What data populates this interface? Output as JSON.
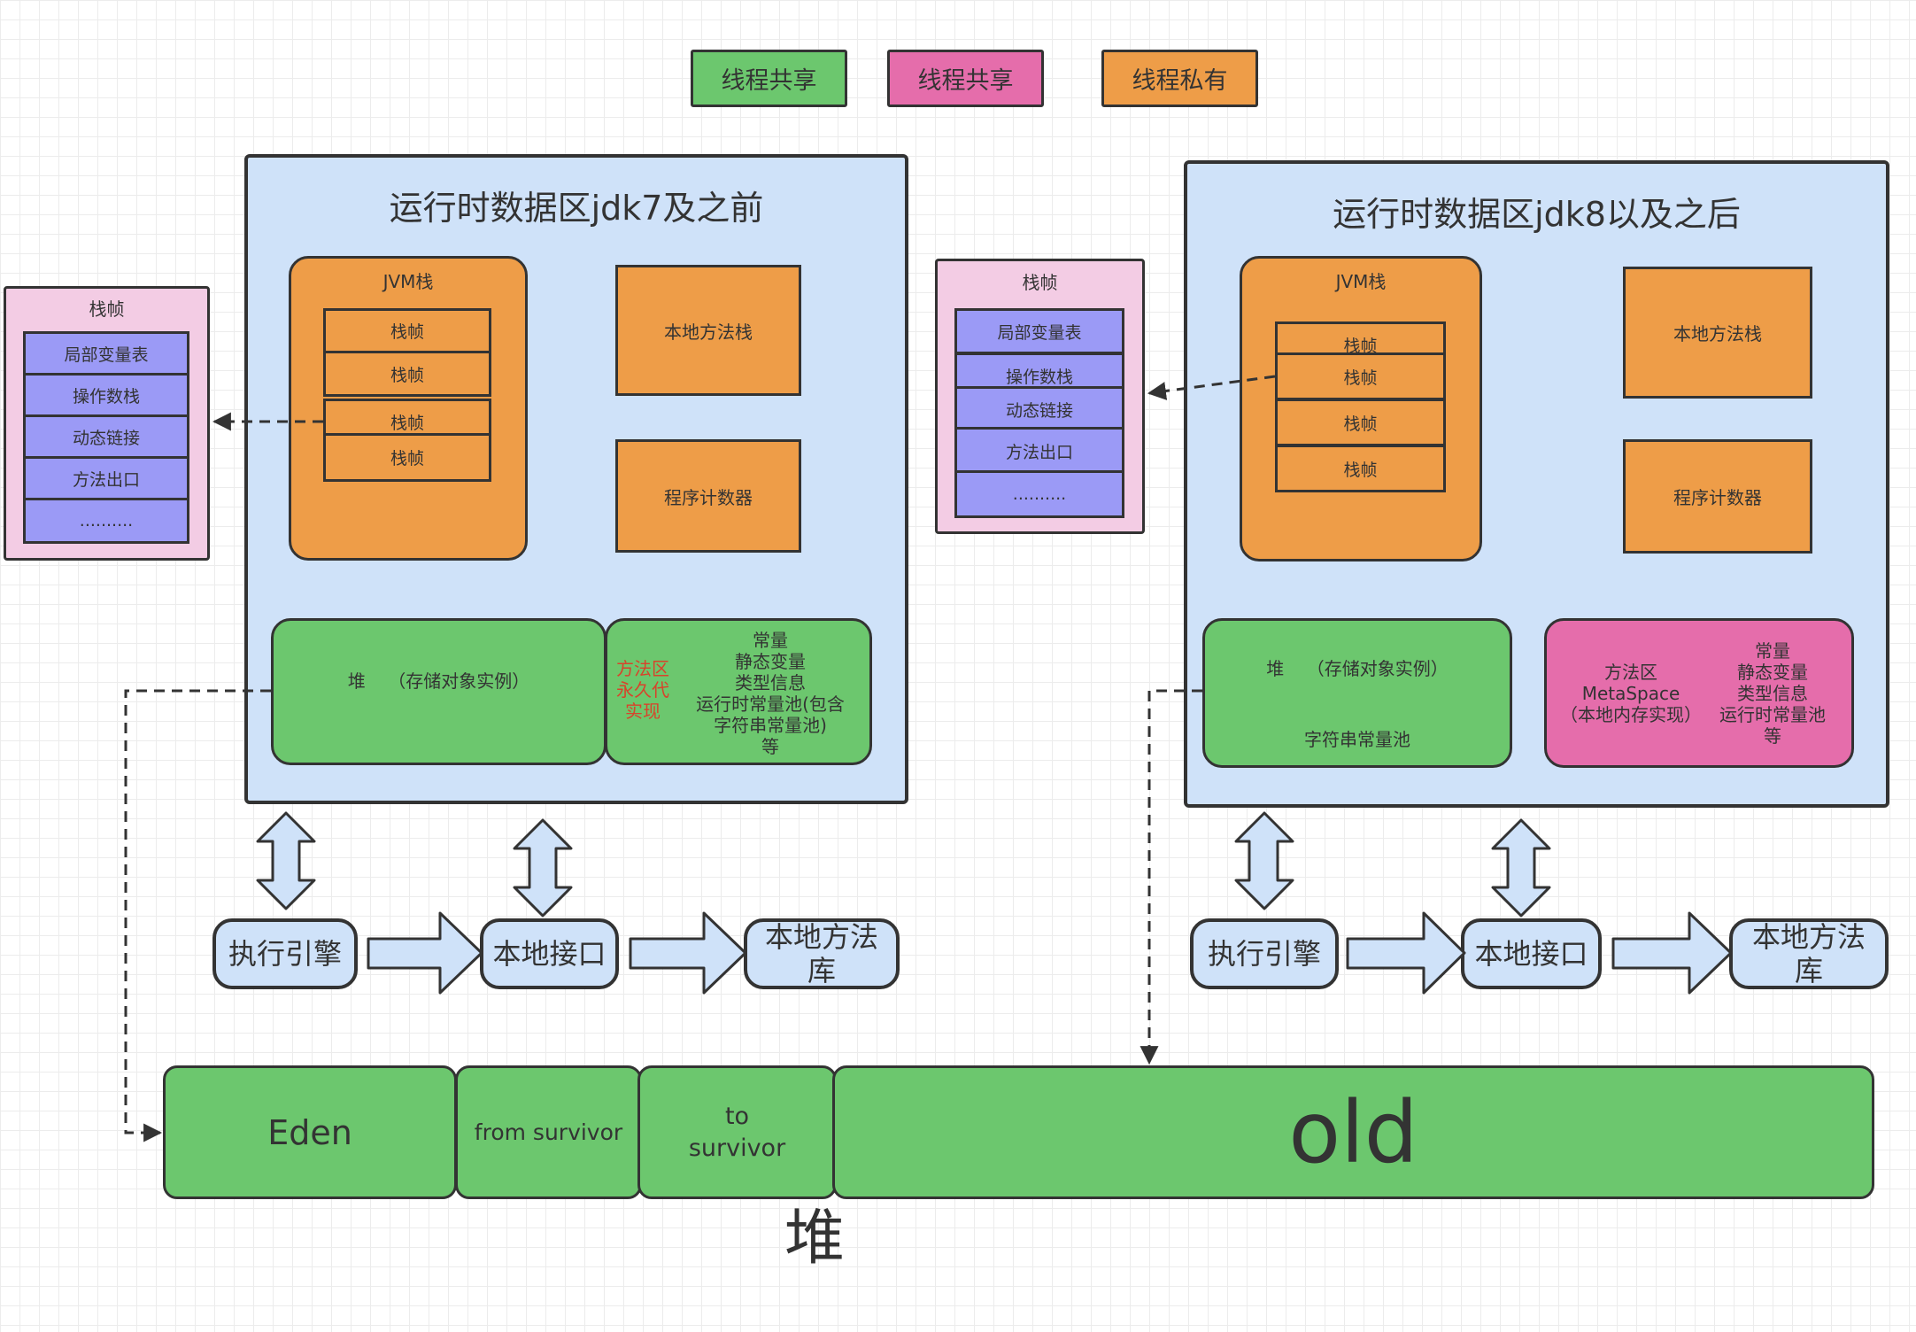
{
  "legend": {
    "shared1": "线程共享",
    "shared2": "线程共享",
    "private": "线程私有",
    "colors": {
      "shared1": "#6cc76e",
      "shared2": "#e56dab",
      "private": "#ee9d48"
    }
  },
  "left_frame": {
    "title": "栈帧",
    "items": [
      "局部变量表",
      "操作数栈",
      "动态链接",
      "方法出口",
      ".........."
    ]
  },
  "mid_frame": {
    "title": "栈帧",
    "items": [
      "局部变量表",
      "操作数栈",
      "动态链接",
      "方法出口",
      ".........."
    ]
  },
  "jdk7": {
    "title": "运行时数据区jdk7及之前",
    "jvm_stack": {
      "label": "JVM栈",
      "frames": [
        "栈帧",
        "栈帧",
        "栈帧",
        "栈帧"
      ]
    },
    "native_stack": "本地方法栈",
    "pc": "程序计数器",
    "heap": "堆    （存储对象实例）",
    "method_area": {
      "name": "方法区\n永久代实现",
      "details": "常量\n静态变量\n类型信息\n运行时常量池(包含\n字符串常量池)\n等"
    }
  },
  "jdk8": {
    "title": "运行时数据区jdk8以及之后",
    "jvm_stack": {
      "label": "JVM栈",
      "frames": [
        "栈帧",
        "栈帧",
        "栈帧",
        "栈帧"
      ]
    },
    "native_stack": "本地方法栈",
    "pc": "程序计数器",
    "heap": "堆    （存储对象实例）",
    "string_pool": "字符串常量池",
    "method_area": {
      "name": "方法区\nMetaSpace\n（本地内存实现）",
      "details": "常量\n静态变量\n类型信息\n运行时常量池\n等"
    }
  },
  "process_left": {
    "engine": "执行引擎",
    "interface": "本地接口",
    "library": "本地方法\n库"
  },
  "process_right": {
    "engine": "执行引擎",
    "interface": "本地接口",
    "library": "本地方法\n库"
  },
  "heap_bar": {
    "eden": "Eden",
    "from": "from survivor",
    "to": "to\nsurvivor",
    "old": "old",
    "caption": "堆"
  }
}
